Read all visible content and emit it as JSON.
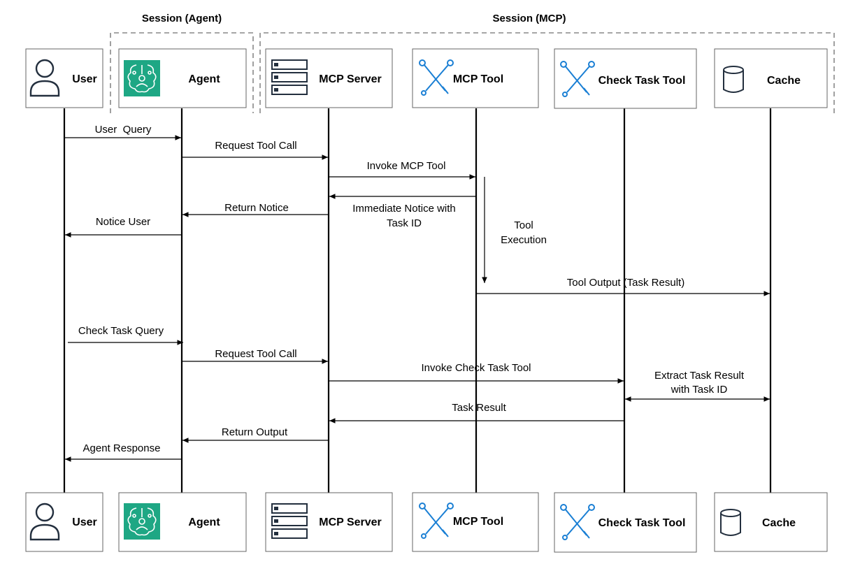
{
  "sessions": {
    "agent": "Session (Agent)",
    "mcp": "Session (MCP)"
  },
  "actors": {
    "user": {
      "label": "User",
      "icon": "user-icon"
    },
    "agent": {
      "label": "Agent",
      "icon": "agent-brain-icon"
    },
    "mcp_server": {
      "label": "MCP Server",
      "icon": "server-icon"
    },
    "mcp_tool": {
      "label": "MCP Tool",
      "icon": "tools-icon"
    },
    "check_task_tool": {
      "label": "Check Task Tool",
      "icon": "tools-icon"
    },
    "cache": {
      "label": "Cache",
      "icon": "database-icon"
    }
  },
  "messages": {
    "user_query": "User  Query",
    "request_tool_call_1": "Request Tool Call",
    "invoke_mcp_tool": "Invoke MCP Tool",
    "immediate_notice_1": "Immediate Notice with",
    "immediate_notice_2": "Task ID",
    "return_notice": "Return Notice",
    "notice_user": "Notice User",
    "tool_execution_1": "Tool",
    "tool_execution_2": "Execution",
    "tool_output": "Tool Output (Task Result)",
    "check_task_query": "Check Task Query",
    "request_tool_call_2": "Request Tool Call",
    "invoke_check_task_tool": "Invoke Check Task Tool",
    "extract_task_result_1": "Extract Task Result",
    "extract_task_result_2": "with Task ID",
    "task_result": "Task Result",
    "return_output": "Return Output",
    "agent_response": "Agent Response"
  },
  "colors": {
    "agent_icon_bg": "#1ea784",
    "tool_icon": "#1a7fd4",
    "line": "#000000",
    "box_border": "#666666",
    "session_border": "#888888"
  }
}
